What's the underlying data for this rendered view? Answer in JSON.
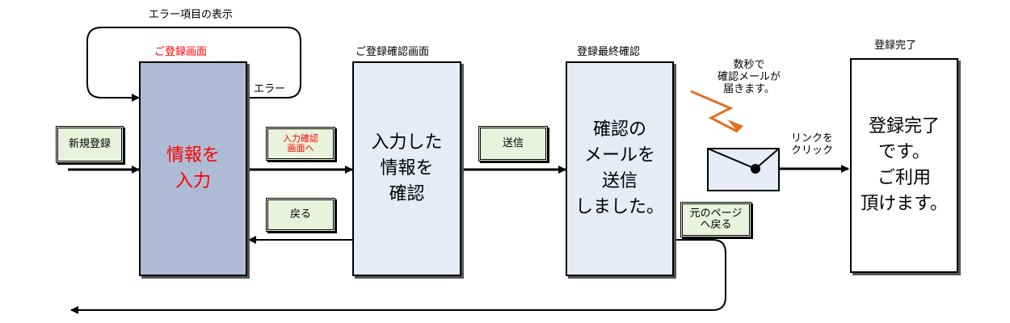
{
  "titles": {
    "input": "ご登録画面",
    "confirm": "ご登録確認画面",
    "final": "登録最終確認",
    "complete": "登録完了"
  },
  "screens": {
    "input": "情報を\n入力",
    "confirm": "入力した\n情報を\n確認",
    "final": "確認の\nメールを\n送信\nしました。",
    "complete": "登録完了\nです。\nご利用\n頂けます。"
  },
  "buttons": {
    "new_registration": "新規登録",
    "to_confirm": "入力確認\n画面へ",
    "back": "戻る",
    "send": "送信",
    "return_original": "元のページ\nへ戻る"
  },
  "labels": {
    "error_display": "エラー項目の表示",
    "error": "エラー",
    "email_arrives": "数秒で\n確認メールが\n届きます。",
    "click_link": "リンクを\nクリック"
  },
  "colors": {
    "input_screen": "#adbcd4",
    "other_screens": "#e6ebf5",
    "button_fill": "#eaf2dc",
    "highlight_text": "#ff0000",
    "lightning": "#e07020"
  }
}
